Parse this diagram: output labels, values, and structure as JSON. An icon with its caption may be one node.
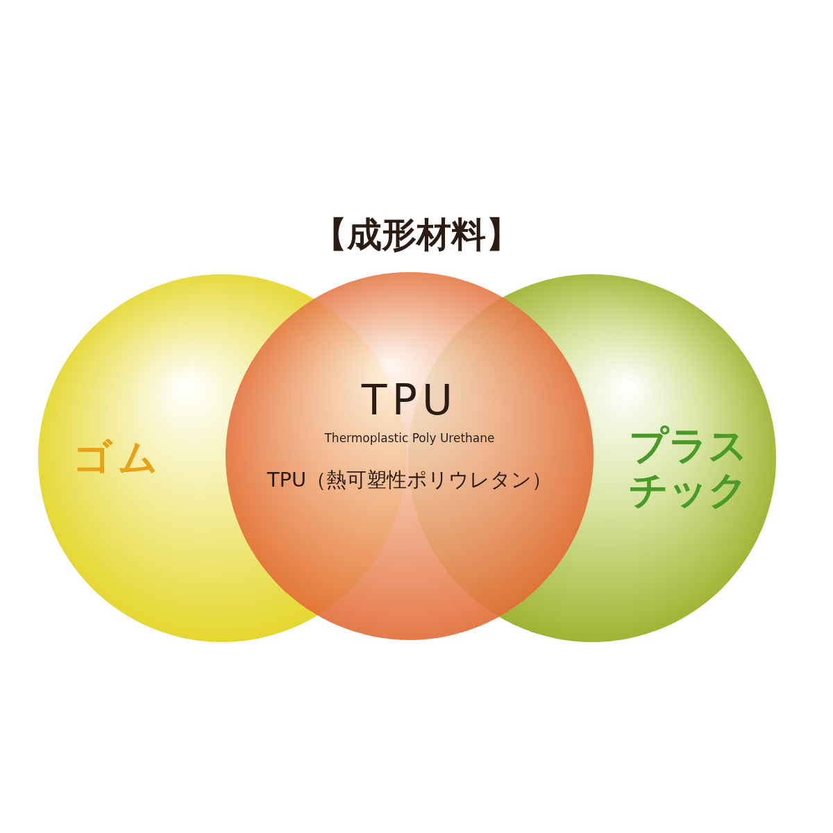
{
  "diagram": {
    "title": "【成形材料】",
    "nodes": [
      {
        "text": [
          "ゴム"
        ]
      },
      {
        "text": [
          "TPU",
          "Thermoplastic Poly Urethane",
          "TPU（熱可塑性ポリウレタン）"
        ]
      },
      {
        "text": [
          "プラスチック"
        ]
      }
    ],
    "edges": []
  }
}
